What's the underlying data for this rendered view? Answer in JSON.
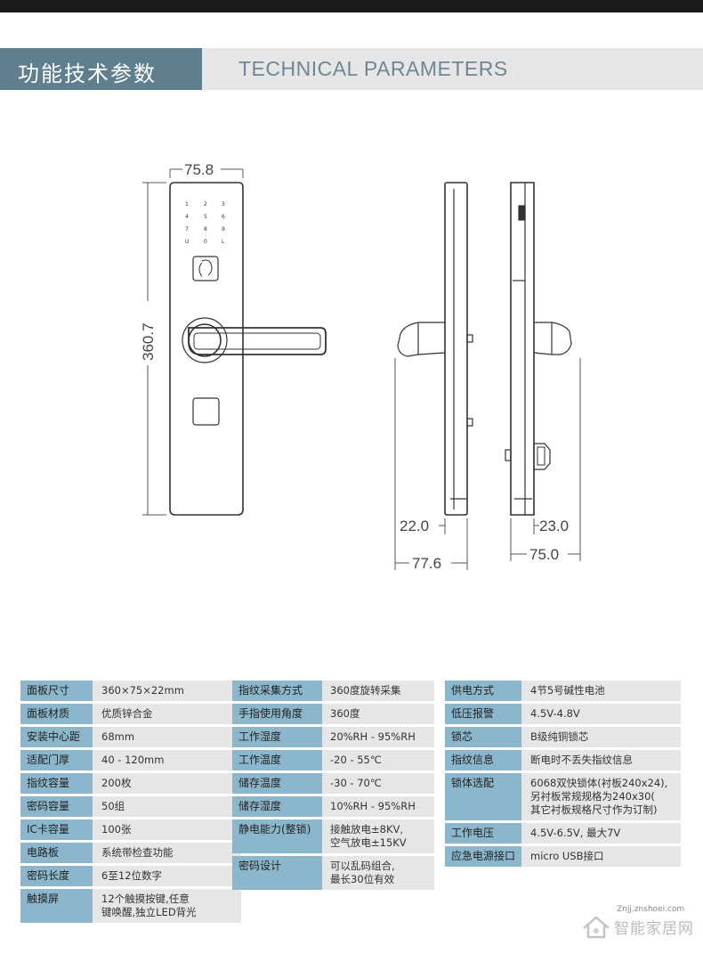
{
  "header": {
    "title_cn": "功能技术参数",
    "title_en": "TECHNICAL PARAMETERS"
  },
  "dimensions": {
    "width": "75.8",
    "height": "360.7",
    "depth_front": "22.0",
    "handle_depth": "77.6",
    "depth_back": "23.0",
    "back_total": "75.0"
  },
  "keypad": {
    "keys": [
      "1",
      "2",
      "3",
      "4",
      "5",
      "6",
      "7",
      "8",
      "9",
      "U",
      "0",
      "L"
    ]
  },
  "specs": {
    "col1": [
      {
        "label": "面板尺寸",
        "value": "360×75×22mm"
      },
      {
        "label": "面板材质",
        "value": "优质锌合金"
      },
      {
        "label": "安装中心距",
        "value": "68mm"
      },
      {
        "label": "适配门厚",
        "value": "40 - 120mm"
      },
      {
        "label": "指纹容量",
        "value": "200枚"
      },
      {
        "label": "密码容量",
        "value": "50组"
      },
      {
        "label": "IC卡容量",
        "value": "100张"
      },
      {
        "label": "电路板",
        "value": "系统带检查功能"
      },
      {
        "label": "密码长度",
        "value": "6至12位数字"
      },
      {
        "label": "触摸屏",
        "value": "12个触摸按键,任意\n键唤醒,独立LED背光"
      }
    ],
    "col2": [
      {
        "label": "指纹采集方式",
        "value": "360度旋转采集"
      },
      {
        "label": "手指使用角度",
        "value": "360度"
      },
      {
        "label": "工作湿度",
        "value": "20%RH - 95%RH"
      },
      {
        "label": "工作温度",
        "value": "-20 - 55℃"
      },
      {
        "label": "储存温度",
        "value": "-30 - 70℃"
      },
      {
        "label": "储存湿度",
        "value": "10%RH - 95%RH"
      },
      {
        "label": "静电能力(整锁)",
        "value": "接触放电±8KV,\n空气放电±15KV"
      },
      {
        "label": "密码设计",
        "value": "可以乱码组合,\n最长30位有效"
      }
    ],
    "col3": [
      {
        "label": "供电方式",
        "value": "4节5号碱性电池"
      },
      {
        "label": "低压报警",
        "value": "4.5V-4.8V"
      },
      {
        "label": "锁芯",
        "value": "B级纯铜锁芯"
      },
      {
        "label": "指纹信息",
        "value": "断电时不丢失指纹信息"
      },
      {
        "label": "锁体选配",
        "value": "6068双快锁体(衬板240x24),\n另衬板常规规格为240x30(\n其它衬板规格尺寸作为订制)"
      },
      {
        "label": "工作电压",
        "value": "4.5V-6.5V,   最大7V"
      },
      {
        "label": "应急电源接口",
        "value": "micro USB接口"
      }
    ]
  },
  "watermark": {
    "top": "Znjj.znshoei.com",
    "bottom": "智能家居网"
  }
}
